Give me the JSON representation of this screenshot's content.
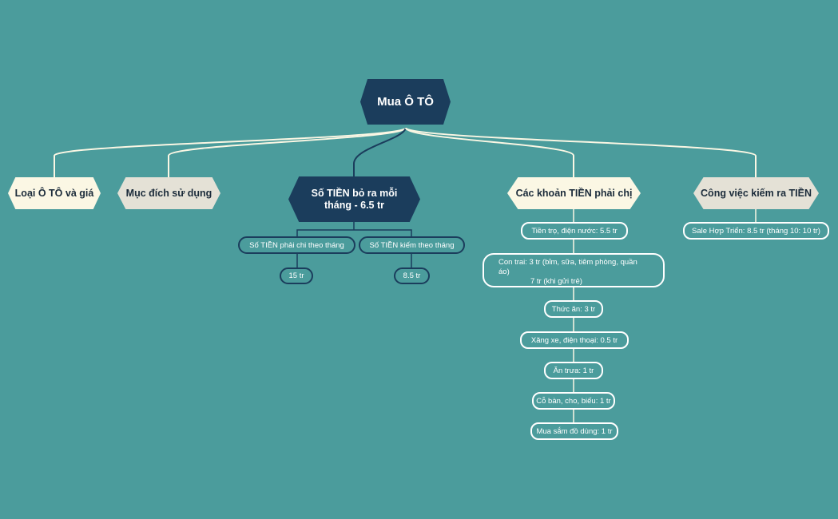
{
  "root": {
    "label": "Mua Ô TÔ"
  },
  "topics": {
    "car_type": "Loại Ô TÔ và giá",
    "purpose": "Mục đích sử dụng",
    "monthly": "Số TIỀN bỏ ra mỗi tháng - 6.5 tr",
    "expenses": "Các khoản TIỀN phải chị",
    "income": "Công việc kiếm ra TIỀN"
  },
  "monthly_children": {
    "spend_label": "Số TIỀN phải chi theo tháng",
    "spend_value": "15 tr",
    "earn_label": "Số TIỀN kiếm theo tháng",
    "earn_value": "8.5 tr"
  },
  "expense_items": [
    "Tiền trọ, điện nước: 5.5 tr",
    "Con trai: 3 tr (bỉm, sữa, tiêm phòng, quần áo)",
    "7 tr (khi gửi trẻ)",
    "Thức ăn: 3 tr",
    "Xăng xe, điện thoại: 0.5 tr",
    "Ăn trưa: 1 tr",
    "Cỗ bàn, cho, biếu: 1 tr",
    "Mua sắm đồ dùng: 1 tr"
  ],
  "income_items": [
    "Sale Hợp Triển: 8.5 tr (tháng 10: 10 tr)"
  ],
  "colors": {
    "background": "#4b9c9c",
    "dark_navy": "#1b3d5c",
    "cream": "#fbf7e4",
    "light_gray": "#e4e1d6",
    "connector": "#ffffff"
  }
}
